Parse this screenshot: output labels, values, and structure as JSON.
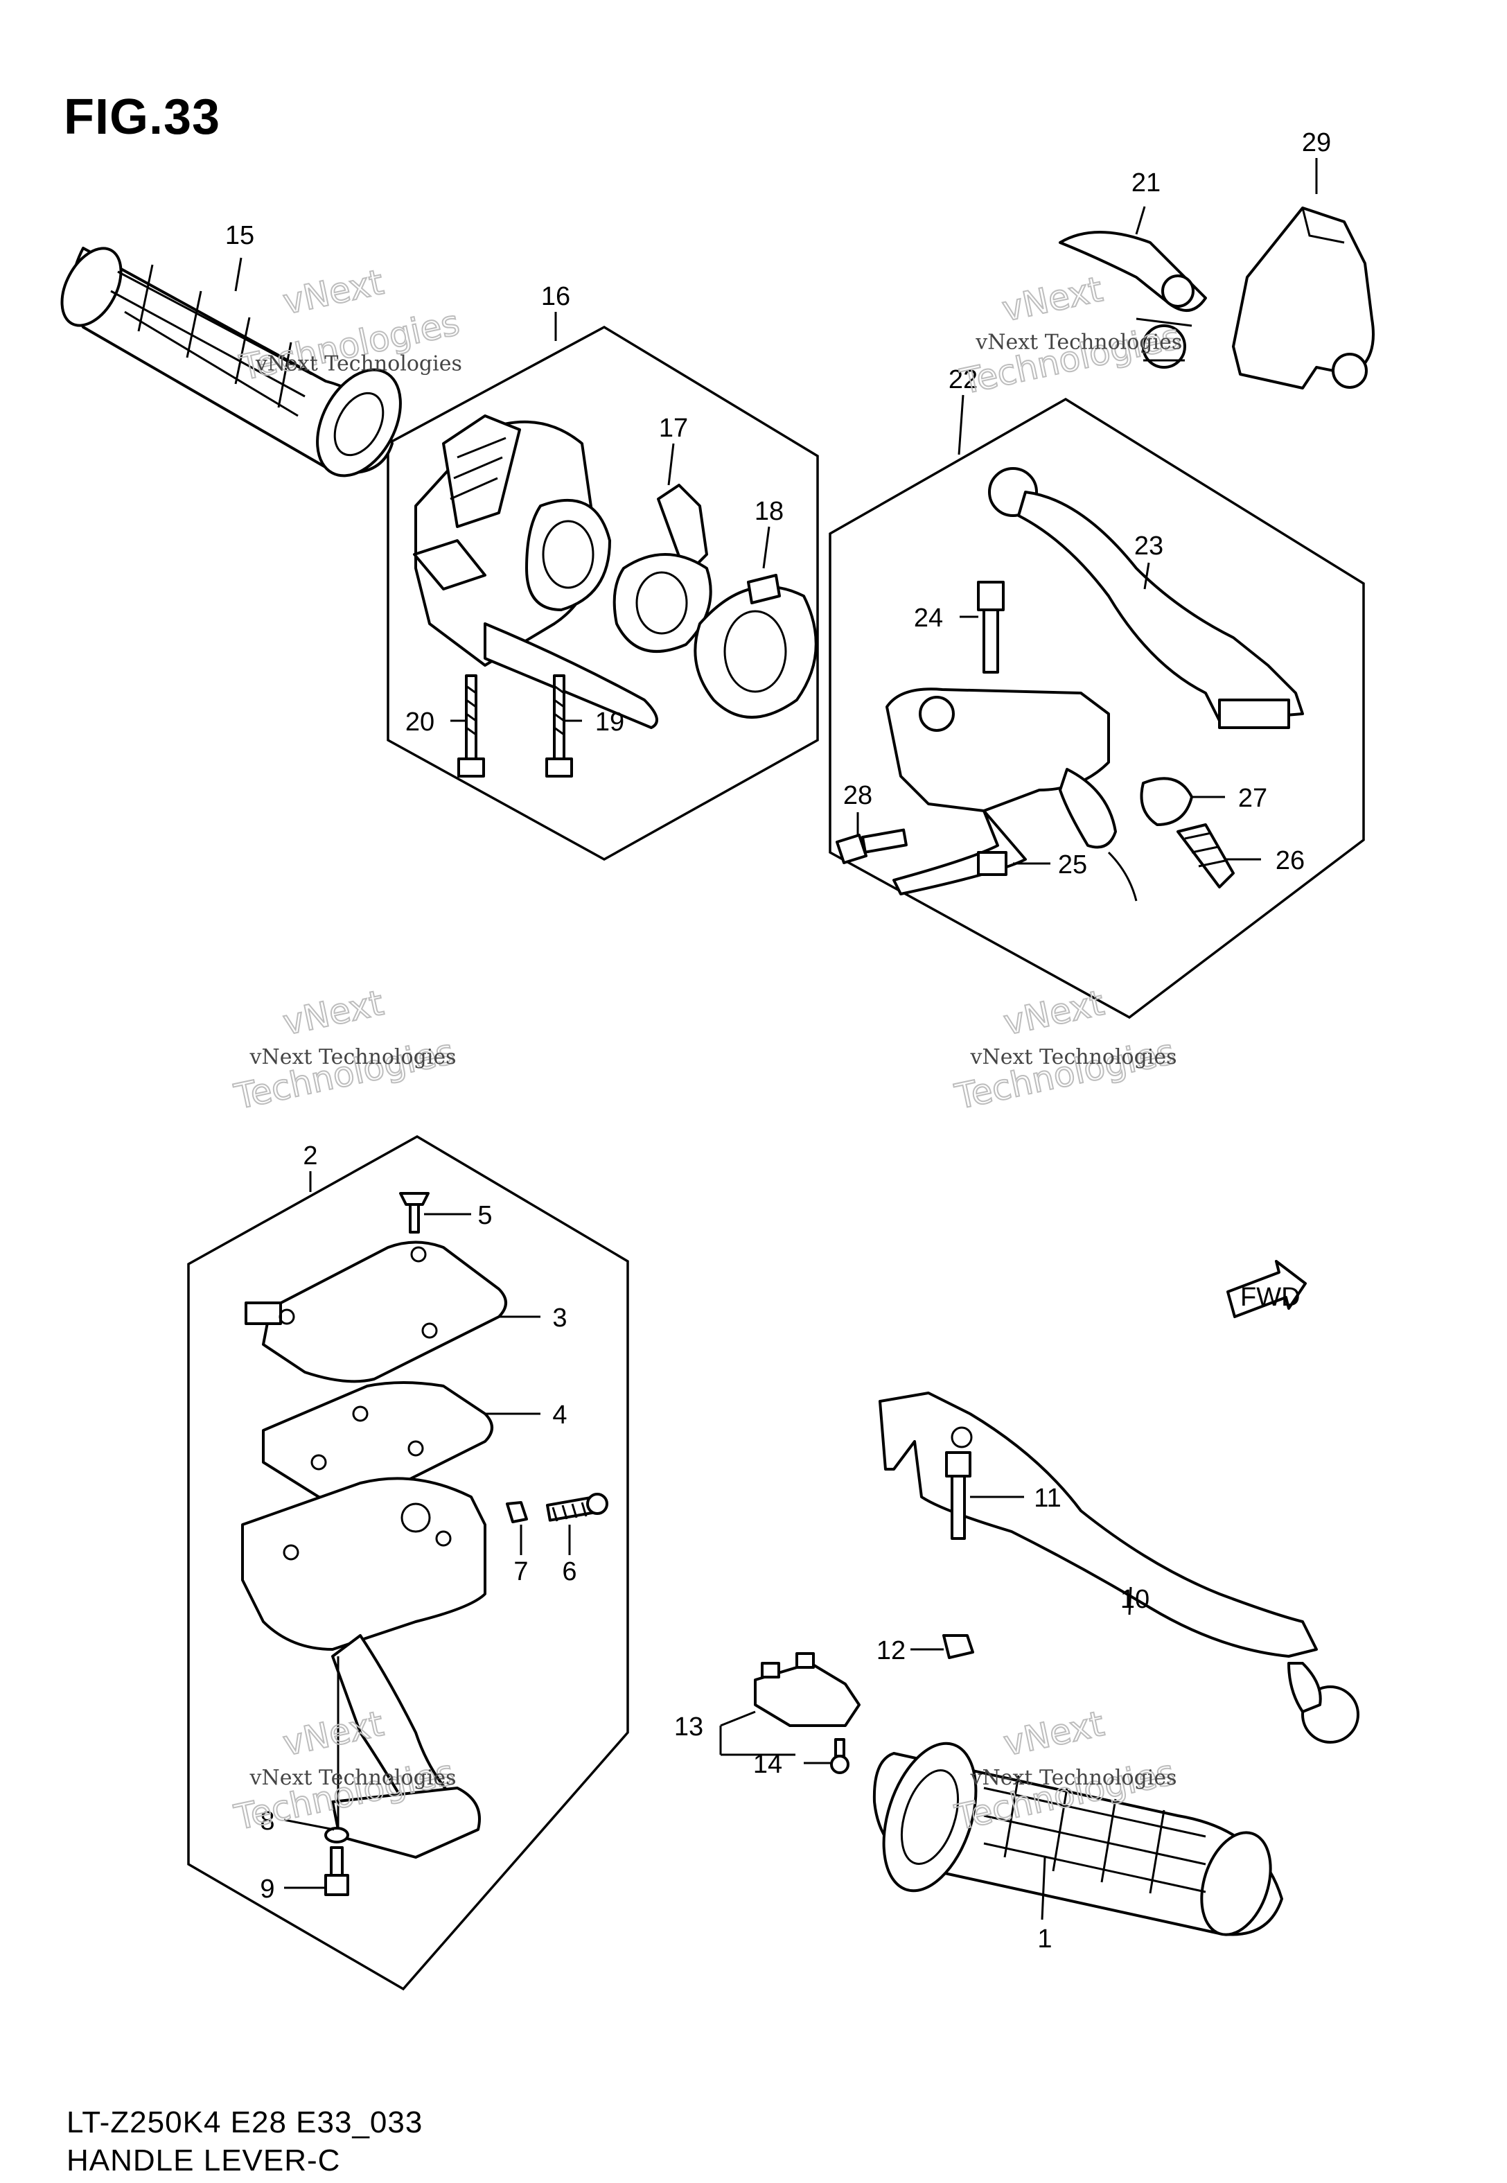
{
  "figure": {
    "title": "FIG.33"
  },
  "footer": {
    "model": "LT-Z250K4 E28 E33_033",
    "name": "HANDLE LEVER-C"
  },
  "watermark": {
    "line1": "vNext Technologies",
    "line2": "vNext",
    "line3": "Technologies"
  },
  "fwd_label": "FWD",
  "callouts": {
    "p1": "1",
    "p2": "2",
    "p3": "3",
    "p4": "4",
    "p5": "5",
    "p6": "6",
    "p7": "7",
    "p8": "8",
    "p9": "9",
    "p10": "10",
    "p11": "11",
    "p12": "12",
    "p13": "13",
    "p14": "14",
    "p15": "15",
    "p16": "16",
    "p17": "17",
    "p18": "18",
    "p19": "19",
    "p20": "20",
    "p21": "21",
    "p22": "22",
    "p23": "23",
    "p24": "24",
    "p25": "25",
    "p26": "26",
    "p27": "27",
    "p28": "28",
    "p29": "29"
  }
}
